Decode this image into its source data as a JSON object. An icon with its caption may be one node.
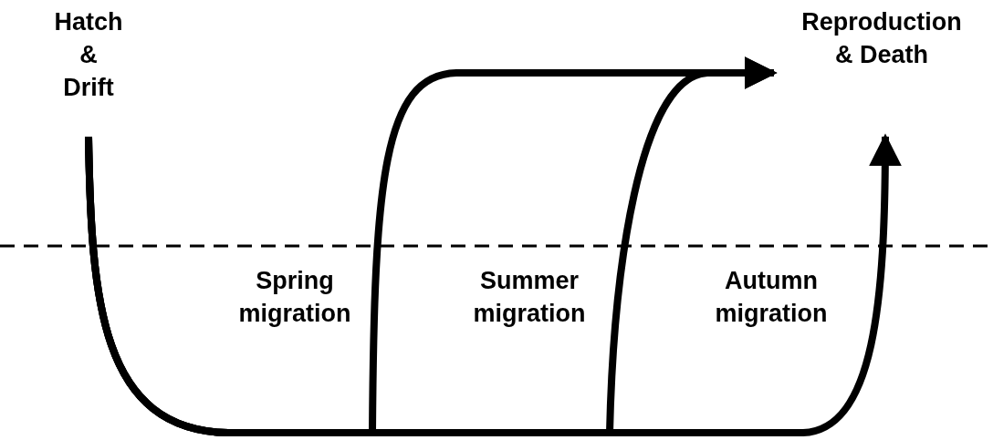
{
  "diagram": {
    "nodes": [
      {
        "text": [
          "Hatch & Drift"
        ]
      },
      {
        "text": [
          "Reproduction & Death"
        ]
      }
    ],
    "edges": [
      {
        "from": 0,
        "to": 1,
        "arrow": "to"
      },
      {
        "from": 0,
        "to": 1,
        "arrow": "to"
      },
      {
        "from": 0,
        "to": 1,
        "arrow": "to"
      }
    ],
    "labels": [
      "Spring migration",
      "Summer migration",
      "Autumn migration"
    ]
  }
}
